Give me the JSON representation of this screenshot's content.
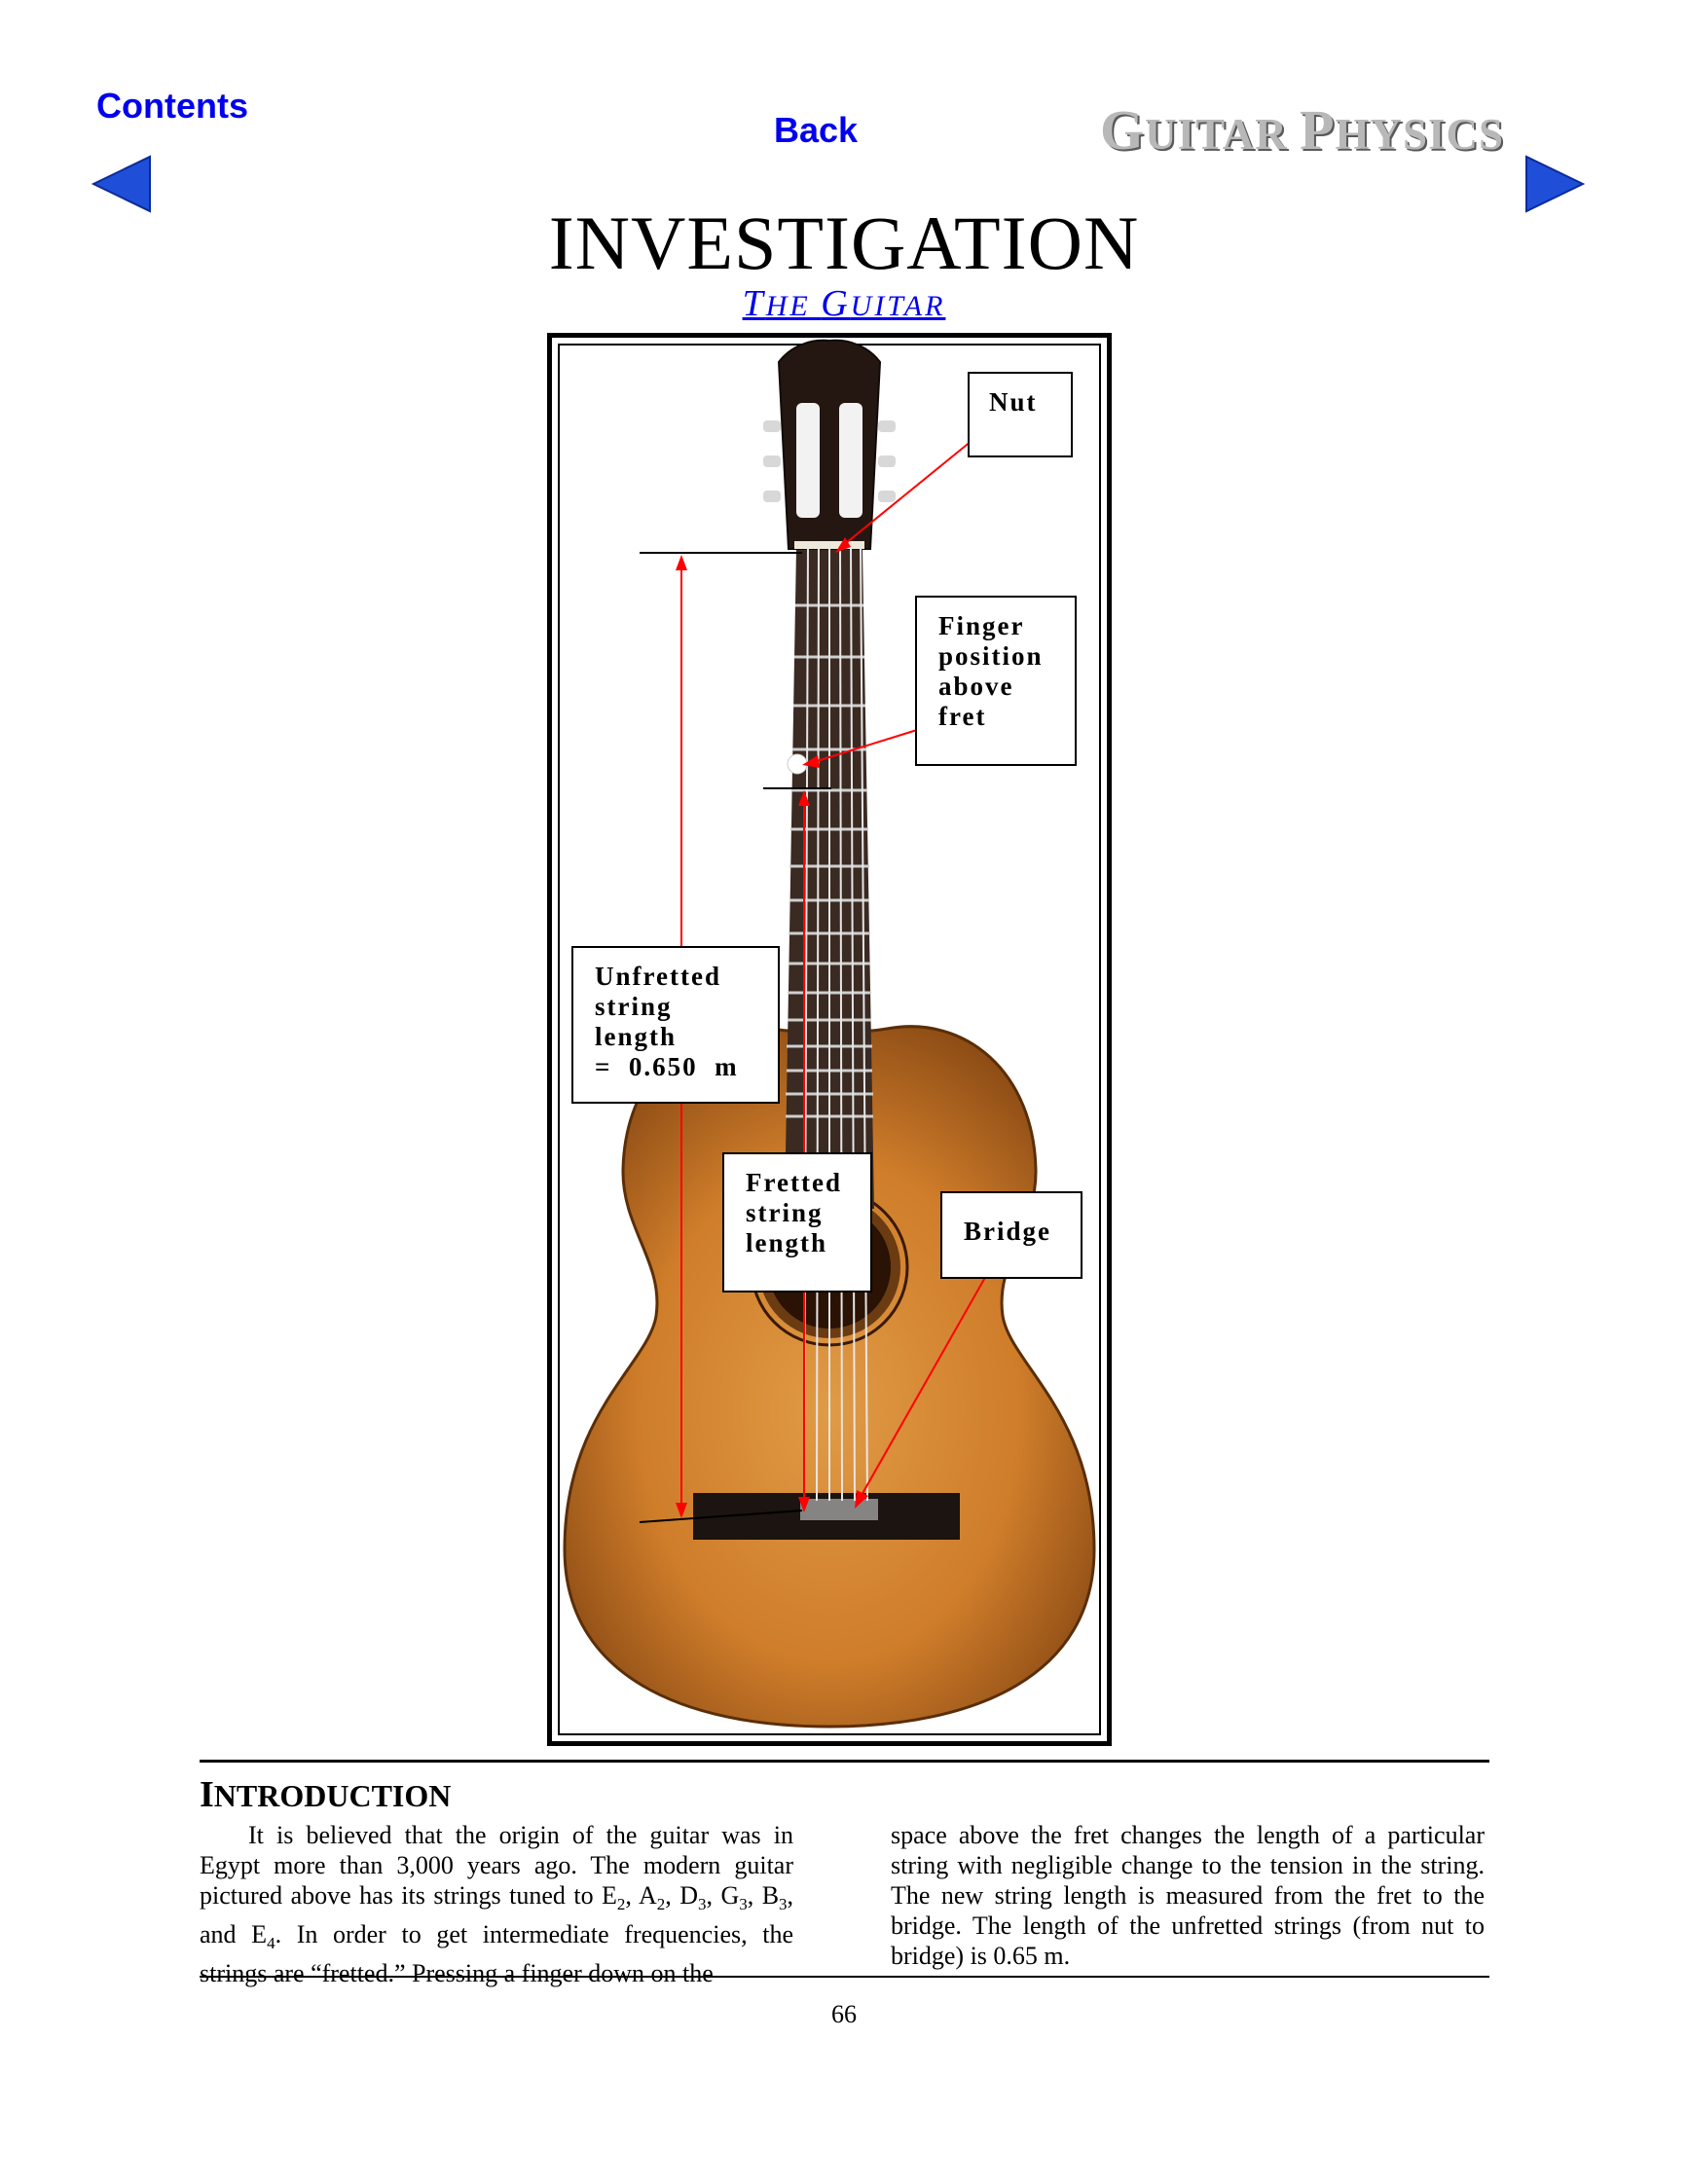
{
  "nav": {
    "contents_label": "Contents",
    "back_label": "Back",
    "prev_icon": "left-triangle-arrow-icon",
    "next_icon": "right-triangle-arrow-icon",
    "link_color": "#0000ee"
  },
  "header": {
    "book_title_G": "G",
    "book_title_uitar": "UITAR ",
    "book_title_P": "P",
    "book_title_hysics": "HYSICS"
  },
  "page": {
    "title": "INVESTIGATION",
    "section_T": "T",
    "section_he": "HE ",
    "section_G": "G",
    "section_uitar": "UITAR"
  },
  "figure": {
    "labels": {
      "nut": "Nut",
      "finger": [
        "Finger",
        "position",
        "above",
        "fret"
      ],
      "unfretted": [
        "Unfretted",
        "string",
        "length",
        "=  0.650  m"
      ],
      "fretted": [
        "Fretted",
        "string",
        "length"
      ],
      "bridge": "Bridge"
    },
    "pointer_color": "#ff0000"
  },
  "intro": {
    "heading_I": "I",
    "heading_rest": "NTRODUCTION",
    "left_text": "It is believed that the origin of the guitar was in Egypt more than 3,000 years ago. The modern guitar pictured above has its strings tuned to E2, A2, D3, G3, B3, and E4. In order to get intermediate frequencies, the strings are “fretted.” Pressing a finger down on the",
    "right_text": "space above the fret changes the length of a particular string with negligible change to the tension in the string. The new string length is measured from the fret to the bridge. The length of the unfretted strings (from nut to bridge) is 0.65 m."
  },
  "footer": {
    "page_number": "66"
  }
}
